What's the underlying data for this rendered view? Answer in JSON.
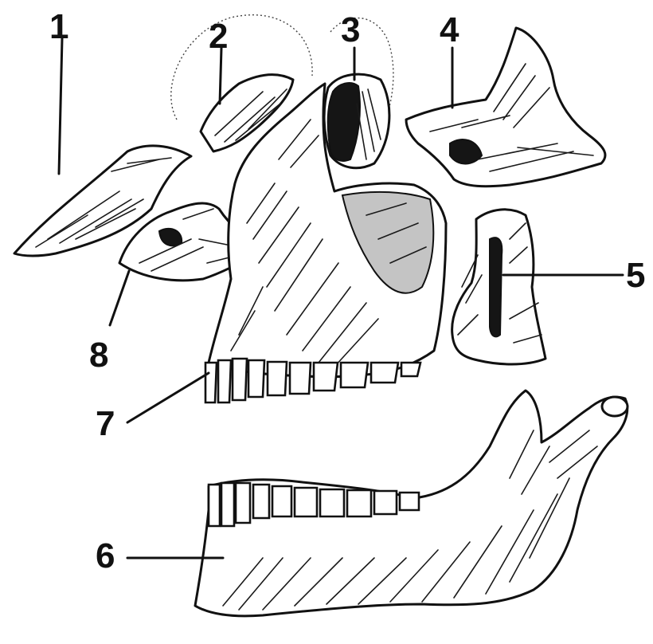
{
  "labels": [
    {
      "id": "1",
      "text": "1"
    },
    {
      "id": "2",
      "text": "2"
    },
    {
      "id": "3",
      "text": "3"
    },
    {
      "id": "4",
      "text": "4"
    },
    {
      "id": "5",
      "text": "5"
    },
    {
      "id": "6",
      "text": "6"
    },
    {
      "id": "7",
      "text": "7"
    },
    {
      "id": "8",
      "text": "8"
    }
  ]
}
